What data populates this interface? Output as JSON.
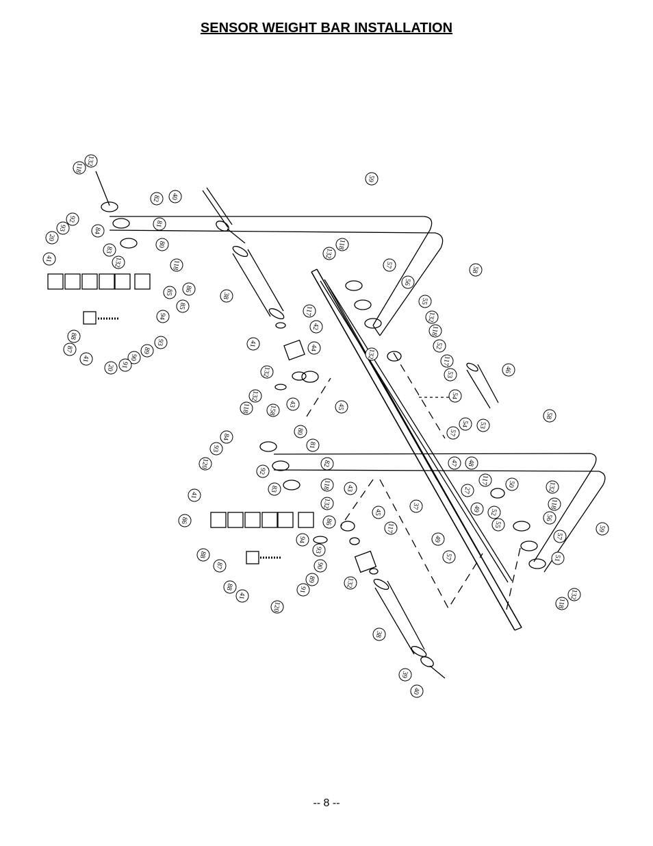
{
  "page_title": "SENSOR WEIGHT BAR INSTALLATION",
  "page_number": "-- 8 --",
  "callouts": [
    "132",
    "118",
    "82",
    "40",
    "81",
    "92",
    "84",
    "20",
    "80",
    "93",
    "83",
    "41",
    "132",
    "118",
    "86",
    "85",
    "59",
    "38",
    "118",
    "132",
    "57",
    "56",
    "58",
    "55",
    "132",
    "118",
    "52",
    "117",
    "132",
    "53",
    "54",
    "46",
    "42",
    "117",
    "44",
    "41",
    "132",
    "43",
    "45",
    "158",
    "132",
    "118",
    "80",
    "84",
    "81",
    "93",
    "92",
    "82",
    "120",
    "83",
    "118",
    "132",
    "41",
    "86",
    "86",
    "85",
    "94",
    "93",
    "87",
    "89",
    "88",
    "90",
    "41",
    "91",
    "20",
    "37",
    "49",
    "58",
    "53",
    "54",
    "57",
    "47",
    "48",
    "50",
    "117",
    "132",
    "27",
    "118",
    "52",
    "55",
    "56",
    "57",
    "51",
    "49",
    "57",
    "132",
    "118",
    "59",
    "43",
    "45",
    "117",
    "132",
    "38",
    "39",
    "40",
    "88",
    "87",
    "94",
    "93",
    "90",
    "91",
    "89",
    "88",
    "41",
    "120"
  ]
}
